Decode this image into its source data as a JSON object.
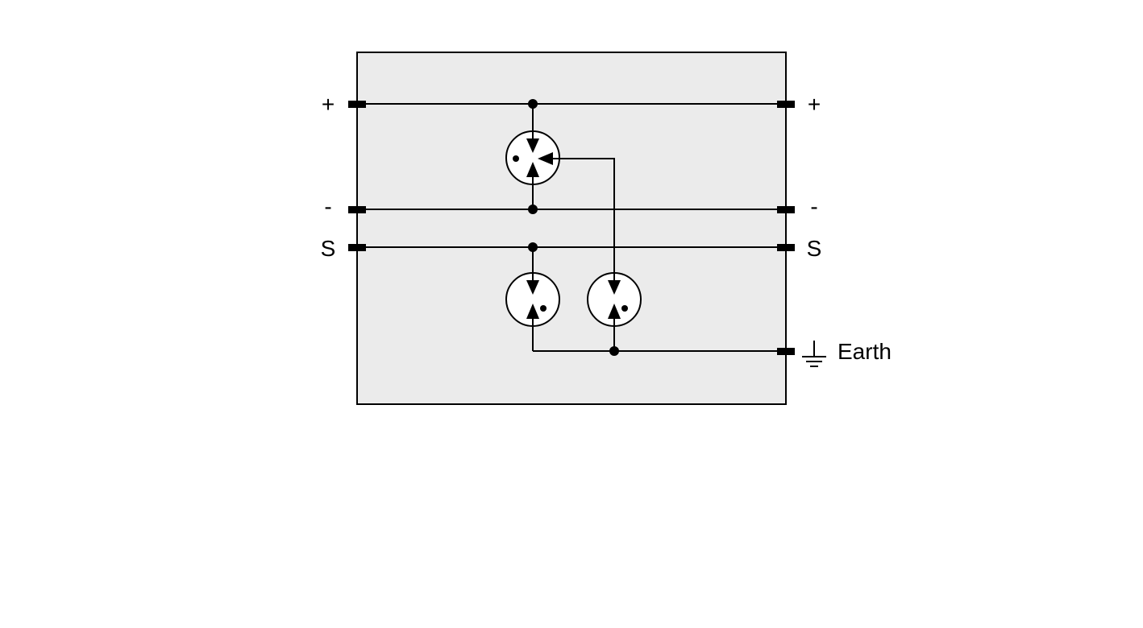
{
  "labels": {
    "left_plus": "+",
    "left_minus": "-",
    "left_s": "S",
    "right_plus": "+",
    "right_minus": "-",
    "right_s": "S",
    "earth": "Earth"
  },
  "colors": {
    "box_fill": "#ebebeb",
    "line": "#000000",
    "element_fill": "#ffffff"
  },
  "icons": [
    "gas-discharge-tube-icon",
    "earth-ground-icon",
    "terminal-icon"
  ]
}
